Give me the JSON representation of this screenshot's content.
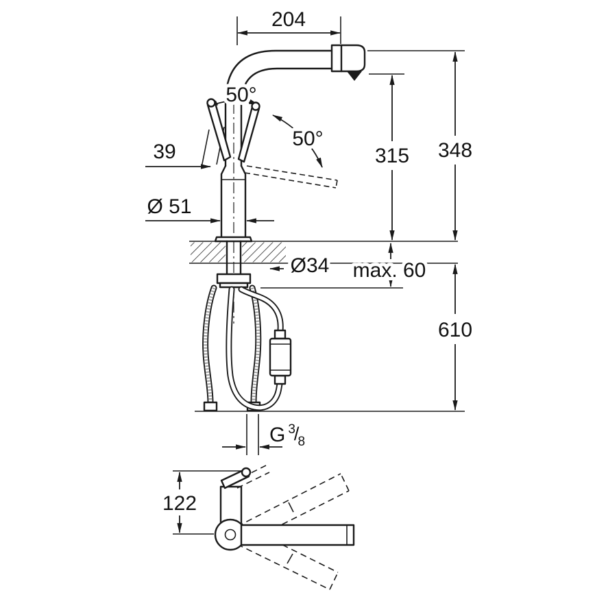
{
  "canvas": {
    "background": "#ffffff",
    "ink": "#1a1a1a"
  },
  "dimensions": {
    "spout_reach": "204",
    "swivel_angle_left": "50°",
    "swivel_angle_right": "50°",
    "lever_width": "39",
    "body_diameter": "Ø 51",
    "outlet_height": "315",
    "overall_height": "348",
    "hole_diameter": "Ø34",
    "max_counter_thickness": "max. 60",
    "under_counter_depth": "610",
    "side_view_height": "122",
    "thread": {
      "letter": "G",
      "numerator": "3",
      "slash": "/",
      "denominator": "8"
    }
  }
}
